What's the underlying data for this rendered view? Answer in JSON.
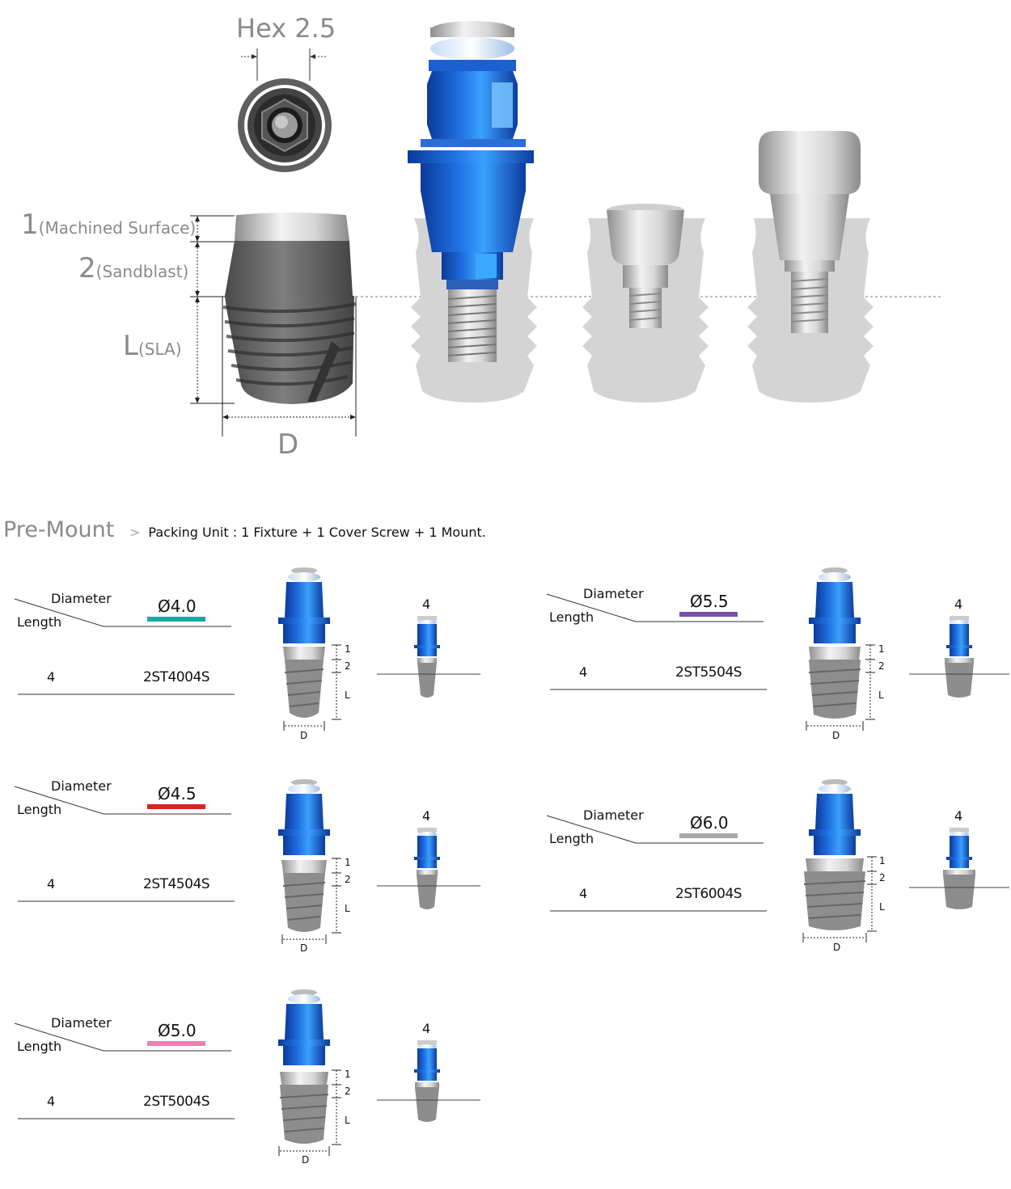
{
  "hero": {
    "hex_label": "Hex 2.5",
    "dims": {
      "one": "1",
      "one_note": "(Machined Surface)",
      "two": "2",
      "two_note": "(Sandblast)",
      "l": "L",
      "l_note": "(SLA)",
      "d": "D"
    }
  },
  "section": {
    "title": "Pre-Mount",
    "arrow": ">",
    "packing": "Packing Unit : 1 Fixture + 1 Cover Screw + 1 Mount."
  },
  "table_header": {
    "diameter": "Diameter",
    "length": "Length"
  },
  "products": [
    {
      "diameter": "Ø4.0",
      "color": "#1aa8a4",
      "length": "4",
      "code": "2ST4004S",
      "top_label": "4"
    },
    {
      "diameter": "Ø4.5",
      "color": "#e02020",
      "length": "4",
      "code": "2ST4504S",
      "top_label": "4"
    },
    {
      "diameter": "Ø5.0",
      "color": "#ee7fb4",
      "length": "4",
      "code": "2ST5004S",
      "top_label": "4"
    },
    {
      "diameter": "Ø5.5",
      "color": "#7a4fa8",
      "length": "4",
      "code": "2ST5504S",
      "top_label": "4"
    },
    {
      "diameter": "Ø6.0",
      "color": "#a8a8a8",
      "length": "4",
      "code": "2ST6004S",
      "top_label": "4"
    }
  ],
  "mini_dims": {
    "one": "1",
    "two": "2",
    "l": "L",
    "d": "D"
  }
}
